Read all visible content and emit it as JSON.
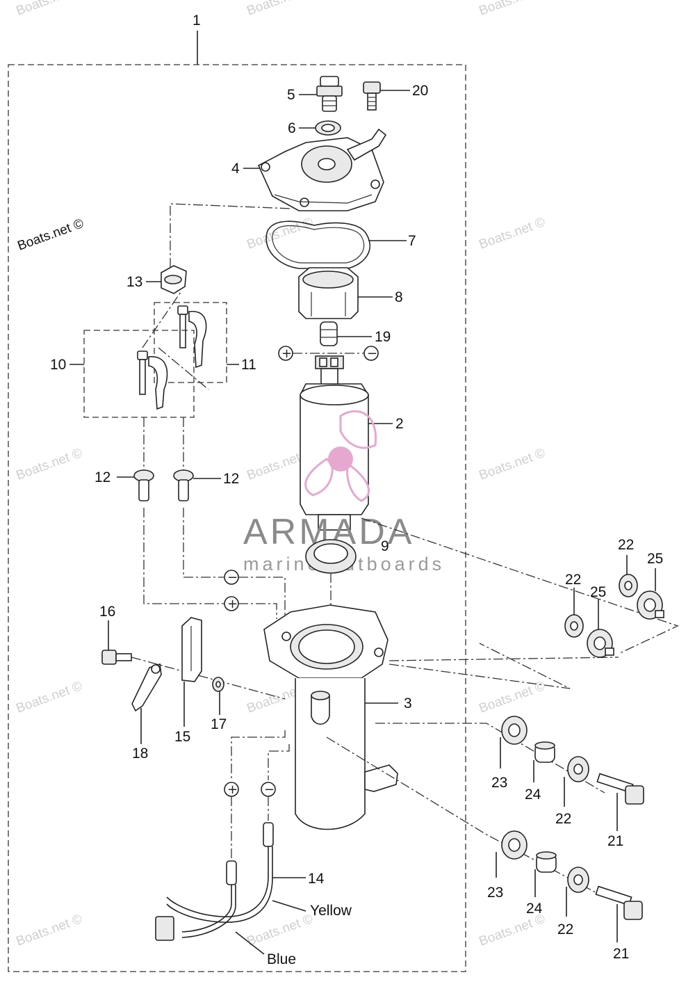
{
  "credit": "Boats.net ©",
  "watermark": "Boats.net ©",
  "brand": {
    "name": "ARMADA",
    "tagline": "marine outboards",
    "logo_color": "#e6a8cf"
  },
  "callouts": {
    "c1": "1",
    "c2": "2",
    "c3": "3",
    "c4": "4",
    "c5": "5",
    "c6": "6",
    "c7": "7",
    "c8": "8",
    "c9": "9",
    "c10": "10",
    "c11": "11",
    "c12a": "12",
    "c12b": "12",
    "c13": "13",
    "c14": "14",
    "c15": "15",
    "c16": "16",
    "c17": "17",
    "c18": "18",
    "c19": "19",
    "c20": "20",
    "c21a": "21",
    "c21b": "21",
    "c22a": "22",
    "c22b": "22",
    "c22c": "22",
    "c22d": "22",
    "c23a": "23",
    "c23b": "23",
    "c24a": "24",
    "c24b": "24",
    "c25a": "25",
    "c25b": "25"
  },
  "wires": {
    "yellow": "Yellow",
    "blue": "Blue"
  },
  "polarity": {
    "plus": "+",
    "minus": "−"
  }
}
